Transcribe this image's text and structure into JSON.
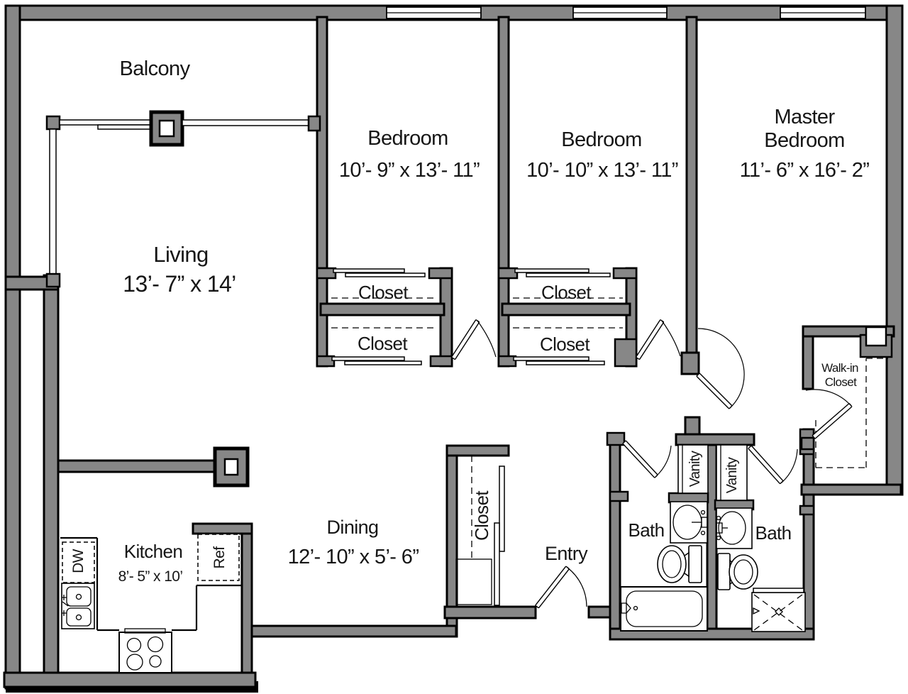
{
  "plan": {
    "balcony": {
      "label": "Balcony"
    },
    "living": {
      "label": "Living",
      "dims": "13’- 7” x 14’"
    },
    "bedroom1": {
      "label": "Bedroom",
      "dims": "10’- 9” x 13’- 11”"
    },
    "bedroom2": {
      "label": "Bedroom",
      "dims": "10’- 10” x 13’- 11”"
    },
    "master": {
      "label_line1": "Master",
      "label_line2": "Bedroom",
      "dims": "11’- 6” x 16’- 2”"
    },
    "closets": {
      "bedroom1_upper": "Closet",
      "bedroom1_lower": "Closet",
      "bedroom2_upper": "Closet",
      "bedroom2_lower": "Closet",
      "entry": "Closet",
      "walkin_line1": "Walk-in",
      "walkin_line2": "Closet"
    },
    "kitchen": {
      "label": "Kitchen",
      "dims": "8’- 5” x 10’",
      "dishwasher": "DW",
      "refrigerator": "Ref"
    },
    "dining": {
      "label": "Dining",
      "dims": "12’- 10” x 5’- 6”"
    },
    "entry": {
      "label": "Entry"
    },
    "bathrooms": {
      "bath1": "Bath",
      "bath2": "Bath",
      "vanity1": "Vanity",
      "vanity2": "Vanity"
    }
  },
  "colors": {
    "wall_fill": "#878787",
    "wall_outline": "#000000",
    "background": "#ffffff",
    "text": "#161616"
  }
}
